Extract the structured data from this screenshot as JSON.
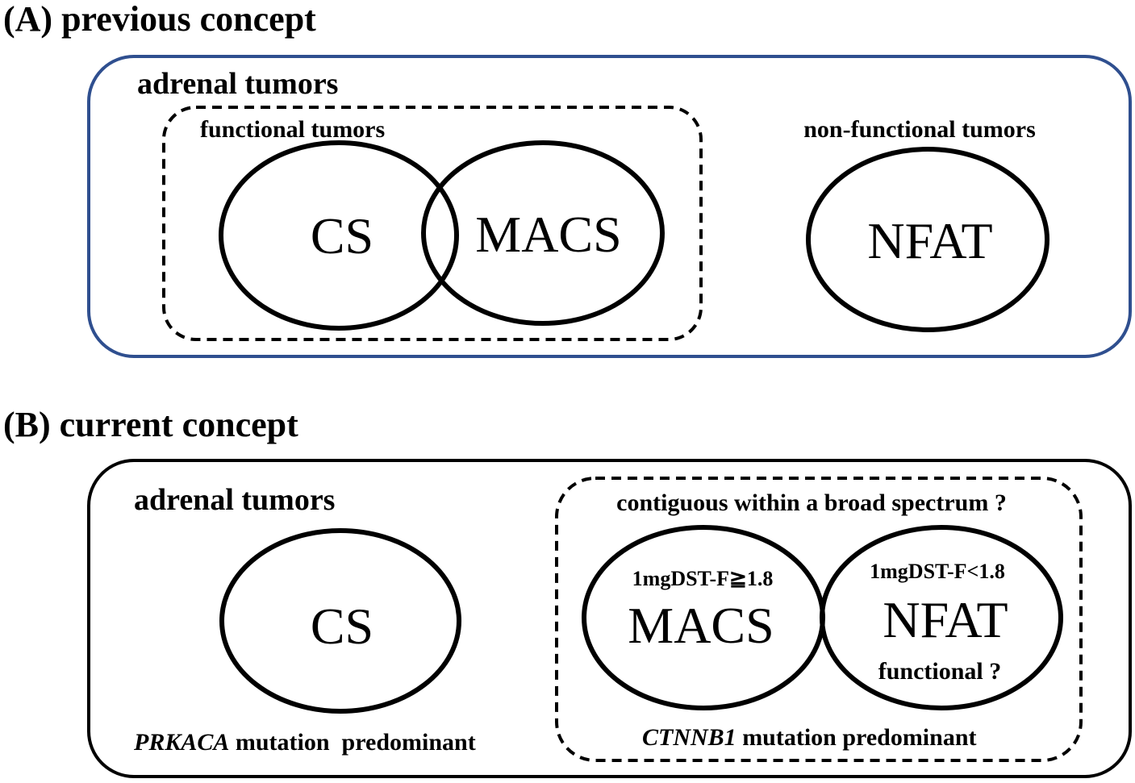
{
  "panel_a": {
    "heading": "(A) previous concept",
    "outer_label": "adrenal tumors",
    "functional_label": "functional tumors",
    "nonfunctional_label": "non-functional tumors",
    "cs": "CS",
    "macs": "MACS",
    "nfat": "NFAT",
    "border_color": "#2f4f8f"
  },
  "panel_b": {
    "heading": "(B) current concept",
    "outer_label": "adrenal tumors",
    "spectrum_label": "contiguous within a broad spectrum ?",
    "cs": "CS",
    "macs": "MACS",
    "nfat": "NFAT",
    "macs_threshold": "1mgDST-F≧1.8",
    "nfat_threshold": "1mgDST-F<1.8",
    "nfat_note": "functional ?",
    "cs_gene": "PRKACA",
    "cs_gene_suffix": " mutation  predominant",
    "spectrum_gene": "CTNNB1",
    "spectrum_gene_suffix": " mutation predominant",
    "border_color": "#000000"
  }
}
